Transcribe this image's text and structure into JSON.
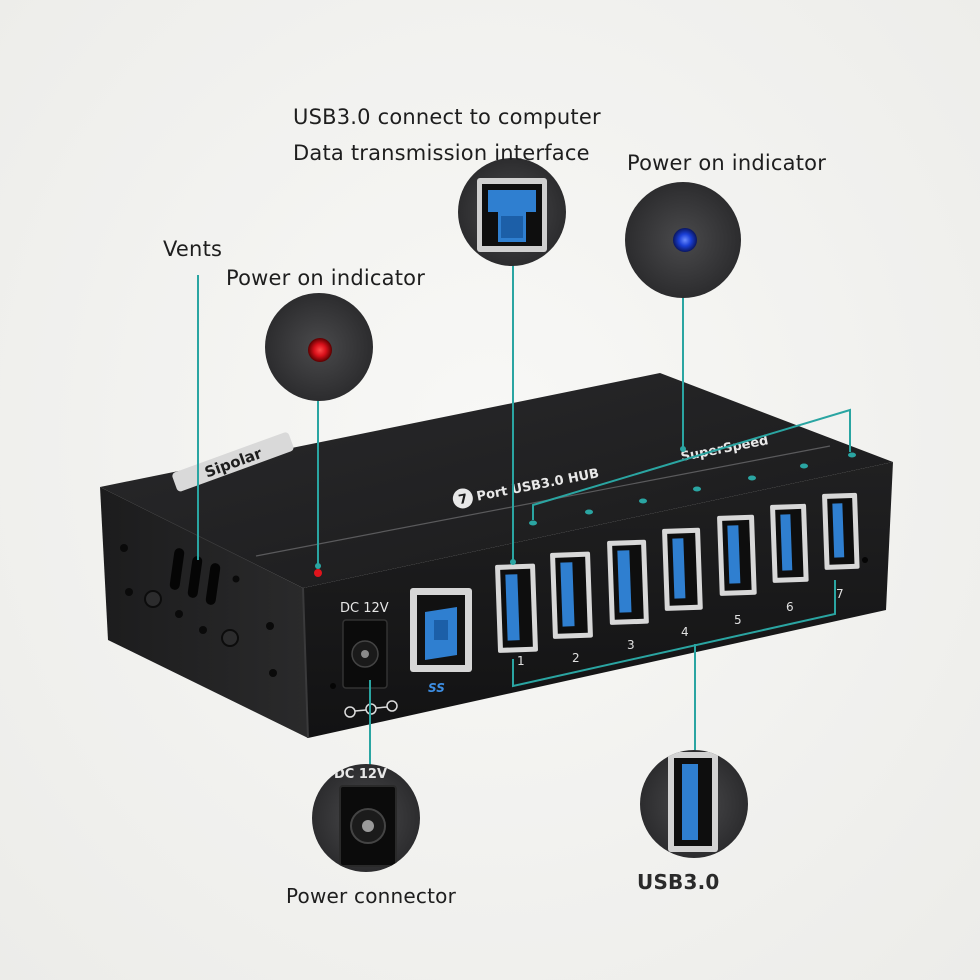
{
  "callouts": {
    "usb_in_line1": "USB3.0 connect to computer",
    "usb_in_line2": "Data transmission interface",
    "power_indicator_blue": "Power on indicator",
    "vents": "Vents",
    "power_indicator_red": "Power on indicator",
    "power_connector": "Power connector",
    "usb3": "USB3.0"
  },
  "device": {
    "brand": "Sipolar",
    "top_label": "Port USB3.0 HUB",
    "top_port_count": "7",
    "top_speed": "SuperSpeed",
    "dc_label": "DC 12V",
    "ss_logo": "SS",
    "port_numbers": [
      "1",
      "2",
      "3",
      "4",
      "5",
      "6",
      "7"
    ]
  },
  "colors": {
    "callout_line": "#2aa5a2",
    "usb_blue": "#2f7fd0",
    "red_led": "#e0141c",
    "blue_led": "#1a3fd6",
    "body": "#1b1b1c"
  }
}
